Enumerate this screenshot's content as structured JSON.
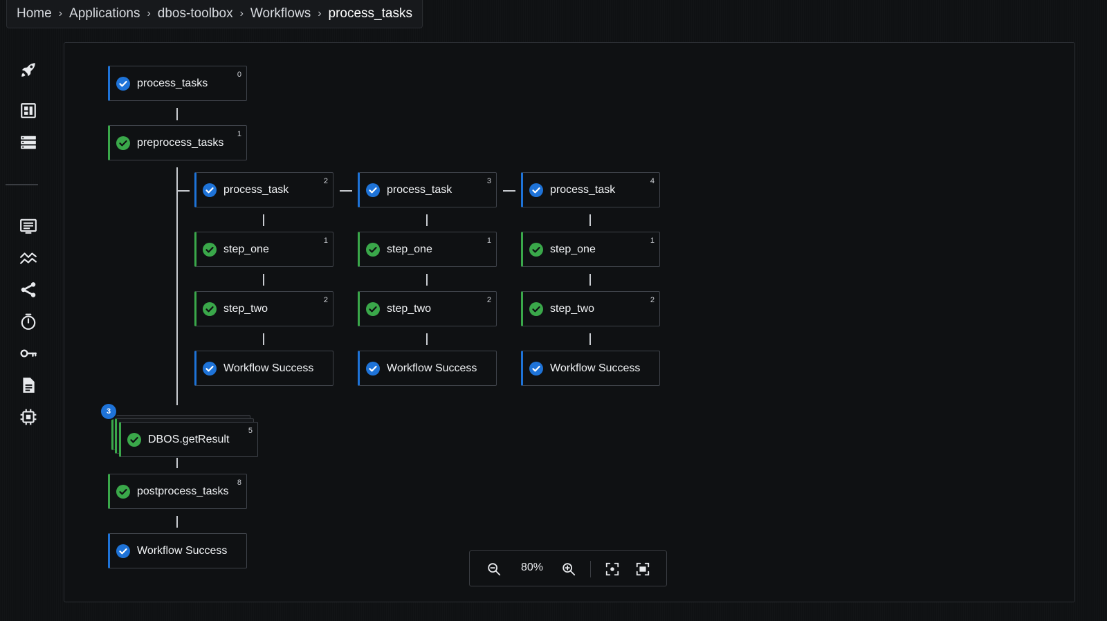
{
  "breadcrumb": {
    "items": [
      "Home",
      "Applications",
      "dbos-toolbox",
      "Workflows",
      "process_tasks"
    ],
    "separator": "›"
  },
  "sidebar": {
    "icons": [
      "rocket-icon",
      "dashboard-icon",
      "database-icon",
      "list-icon",
      "chart-icon",
      "share-icon",
      "timer-icon",
      "key-icon",
      "document-icon",
      "chip-icon"
    ]
  },
  "graph": {
    "root": {
      "label": "process_tasks",
      "num": "0",
      "status": "workflow"
    },
    "preprocess": {
      "label": "preprocess_tasks",
      "num": "1",
      "status": "step"
    },
    "children": [
      {
        "workflow": {
          "label": "process_task",
          "num": "2"
        },
        "step_one": {
          "label": "step_one",
          "num": "1"
        },
        "step_two": {
          "label": "step_two",
          "num": "2"
        },
        "success": {
          "label": "Workflow Success"
        }
      },
      {
        "workflow": {
          "label": "process_task",
          "num": "3"
        },
        "step_one": {
          "label": "step_one",
          "num": "1"
        },
        "step_two": {
          "label": "step_two",
          "num": "2"
        },
        "success": {
          "label": "Workflow Success"
        }
      },
      {
        "workflow": {
          "label": "process_task",
          "num": "4"
        },
        "step_one": {
          "label": "step_one",
          "num": "1"
        },
        "step_two": {
          "label": "step_two",
          "num": "2"
        },
        "success": {
          "label": "Workflow Success"
        }
      }
    ],
    "get_result": {
      "label": "DBOS.getResult",
      "num": "5",
      "count": "3"
    },
    "postprocess": {
      "label": "postprocess_tasks",
      "num": "8"
    },
    "final": {
      "label": "Workflow Success"
    }
  },
  "zoom": {
    "level": "80%"
  },
  "colors": {
    "workflow_accent": "#1e73d8",
    "step_accent": "#3aa84a",
    "background": "#0f1113"
  }
}
